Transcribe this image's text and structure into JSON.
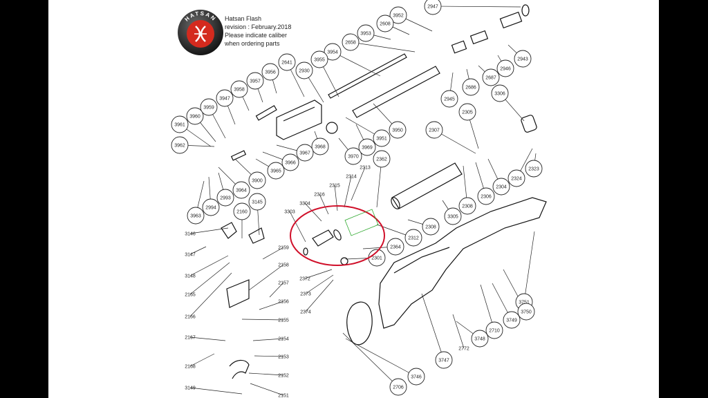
{
  "brand": {
    "logo_text": "HATSAN"
  },
  "header": {
    "title": "Hatsan Flash",
    "revision": "revision : February.2018",
    "note_line1": "Please indicate caliber",
    "note_line2": "when ordering parts"
  },
  "callouts": [
    {
      "id": "2947"
    },
    {
      "id": "3952"
    },
    {
      "id": "2608"
    },
    {
      "id": "3953"
    },
    {
      "id": "2658"
    },
    {
      "id": "3954"
    },
    {
      "id": "3955"
    },
    {
      "id": "2930"
    },
    {
      "id": "2641"
    },
    {
      "id": "3956"
    },
    {
      "id": "3957"
    },
    {
      "id": "3958"
    },
    {
      "id": "3947"
    },
    {
      "id": "3959"
    },
    {
      "id": "3960"
    },
    {
      "id": "3961"
    },
    {
      "id": "3962"
    },
    {
      "id": "2943"
    },
    {
      "id": "2946"
    },
    {
      "id": "2687"
    },
    {
      "id": "2686"
    },
    {
      "id": "2945"
    },
    {
      "id": "3306"
    },
    {
      "id": "2305"
    },
    {
      "id": "2307"
    },
    {
      "id": "3950"
    },
    {
      "id": "3951"
    },
    {
      "id": "3969"
    },
    {
      "id": "3970"
    },
    {
      "id": "3968"
    },
    {
      "id": "3967"
    },
    {
      "id": "3966"
    },
    {
      "id": "3965"
    },
    {
      "id": "3900"
    },
    {
      "id": "3964"
    },
    {
      "id": "2993"
    },
    {
      "id": "2994"
    },
    {
      "id": "3963"
    },
    {
      "id": "2313"
    },
    {
      "id": "2362"
    },
    {
      "id": "2314"
    },
    {
      "id": "2315"
    },
    {
      "id": "2316"
    },
    {
      "id": "3304"
    },
    {
      "id": "3303"
    },
    {
      "id": "2324"
    },
    {
      "id": "2323"
    },
    {
      "id": "2304"
    },
    {
      "id": "2306"
    },
    {
      "id": "2308"
    },
    {
      "id": "2308"
    },
    {
      "id": "3305"
    },
    {
      "id": "2312"
    },
    {
      "id": "2364"
    },
    {
      "id": "2301"
    },
    {
      "id": "2372"
    },
    {
      "id": "2373"
    },
    {
      "id": "2374"
    },
    {
      "id": "3145"
    },
    {
      "id": "2160"
    },
    {
      "id": "3146"
    },
    {
      "id": "3147"
    },
    {
      "id": "3148"
    },
    {
      "id": "2165"
    },
    {
      "id": "2166"
    },
    {
      "id": "2167"
    },
    {
      "id": "2168"
    },
    {
      "id": "3149"
    },
    {
      "id": "2159"
    },
    {
      "id": "2158"
    },
    {
      "id": "2157"
    },
    {
      "id": "2156"
    },
    {
      "id": "2155"
    },
    {
      "id": "2154"
    },
    {
      "id": "2153"
    },
    {
      "id": "2152"
    },
    {
      "id": "2151"
    },
    {
      "id": "3751"
    },
    {
      "id": "3750"
    },
    {
      "id": "3749"
    },
    {
      "id": "2710"
    },
    {
      "id": "3748"
    },
    {
      "id": "2772"
    },
    {
      "id": "3747"
    },
    {
      "id": "3746"
    },
    {
      "id": "2706"
    }
  ]
}
